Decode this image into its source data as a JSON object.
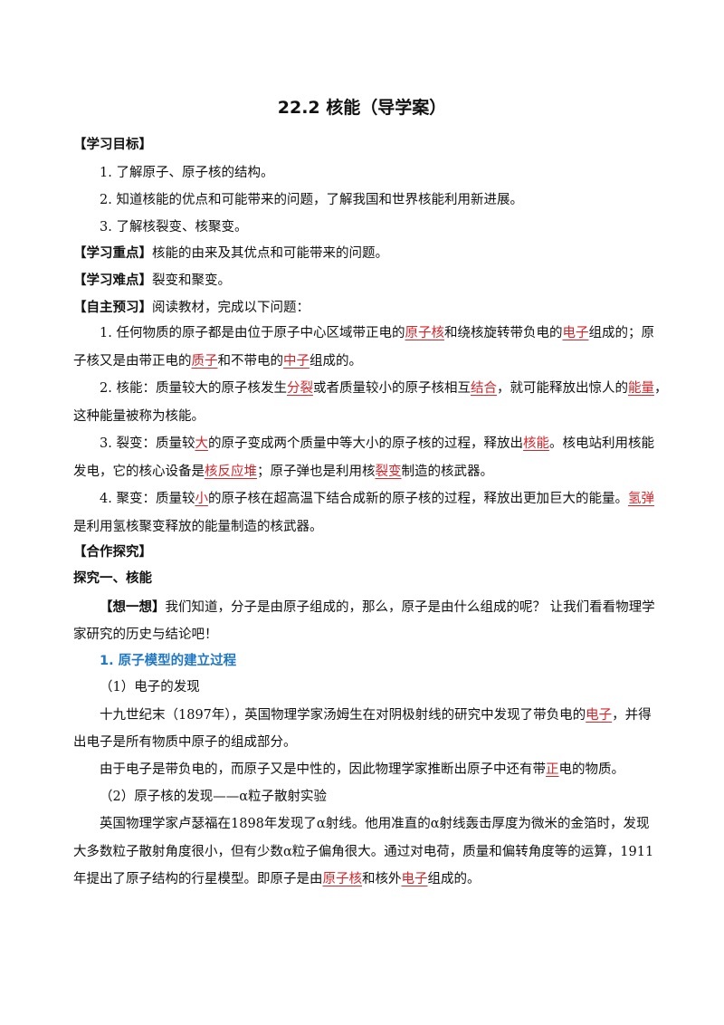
{
  "title": "22.2  核能（导学案）",
  "objectives": {
    "heading": "【学习目标】",
    "items": [
      "1. 了解原子、原子核的结构。",
      "2. 知道核能的优点和可能带来的问题，了解我国和世界核能利用新进展。",
      "3. 了解核裂变、核聚变。"
    ]
  },
  "key_point": {
    "heading": "【学习重点】",
    "text": "核能的由来及其优点和可能带来的问题。"
  },
  "difficulty": {
    "heading": "【学习难点】",
    "text": "裂变和聚变。"
  },
  "preview": {
    "heading": "【自主预习】",
    "intro": "阅读教材，完成以下问题：",
    "q1": {
      "a": "1. 任何物质的原子都是由位于原子中心区域带正电的",
      "ans1": "原子核",
      "b": "和绕核旋转带负电的",
      "ans2": "电子",
      "c": "组成的；原",
      "d": "子核又是由带正电的",
      "ans3": "质子",
      "e": "和不带电的",
      "ans4": "中子",
      "f": "组成的。"
    },
    "q2": {
      "a": "2. 核能：质量较大的原子核发生",
      "ans1": "分裂",
      "b": "或者质量较小的原子核相互",
      "ans2": "结合",
      "c": "，就可能释放出惊人的",
      "ans3": "能量",
      "d": "，",
      "e": "这种能量被称为核能。"
    },
    "q3": {
      "a": "3. 裂变：质量较",
      "ans1": "大",
      "b": "的原子变成两个质量中等大小的原子核的过程，释放出",
      "ans2": "核能",
      "c": "。核电站利用核能",
      "d": "发电，它的核心设备是",
      "ans3": "核反应堆",
      "e": "；原子弹也是利用核",
      "ans4": "裂变",
      "f": "制造的核武器。"
    },
    "q4": {
      "a": "4. 聚变：质量较",
      "ans1": "小",
      "b": "的原子核在超高温下结合成新的原子核的过程，释放出更加巨大的能量。",
      "ans2": "氢弹",
      "c": "是利用氢核聚变释放的能量制造的核武器。"
    }
  },
  "cooperation": {
    "heading": "【合作探究】",
    "inquiry1": "探究一、核能",
    "think": {
      "label": "【想一想】",
      "a": "我们知道，分子是由原子组成的，那么，原子是由什么组成的呢？  让我们看看物理学",
      "b": "家研究的历史与结论吧！"
    },
    "section1": "1. 原子模型的建立过程",
    "sub1": "（1）电子的发现",
    "p1": {
      "a": "十九世纪末（1897年），英国物理学家汤姆生在对阴极射线的研究中发现了带负电的",
      "ans1": "电子",
      "b": "，并得",
      "c": "出电子是所有物质中原子的组成部分。"
    },
    "p2": {
      "a": "由于电子是带负电的，而原子又是中性的，因此物理学家推断出原子中还有带",
      "ans1": "正",
      "b": "电的物质。"
    },
    "sub2": "（2）原子核的发现——α粒子散射实验",
    "p3": {
      "a": "英国物理学家卢瑟福在1898年发现了α射线。他用准直的α射线轰击厚度为微米的金箔时，发现",
      "b": "大多数粒子散射角度很小，但有少数α粒子偏角很大。通过对电荷，质量和偏转角度等的运算，1911",
      "c": "年提出了原子结构的行星模型。即原子是由",
      "ans1": "原子核",
      "d": "和核外",
      "ans2": "电子",
      "e": "组成的。"
    }
  }
}
